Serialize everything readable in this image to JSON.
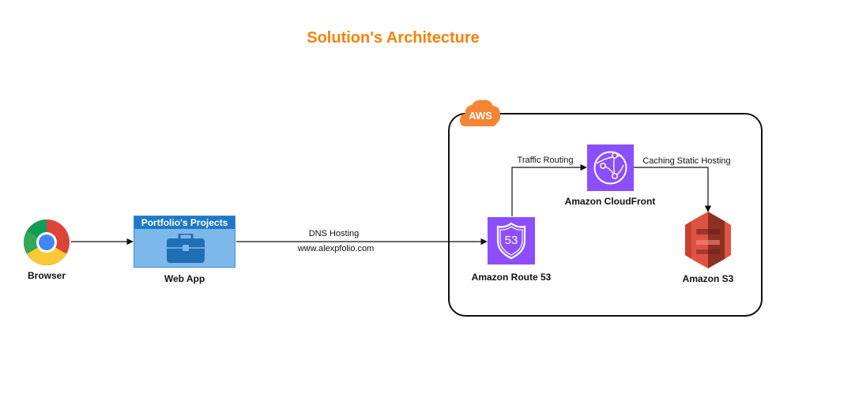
{
  "title": "Solution's Architecture",
  "colors": {
    "title": "#f5820b",
    "aws_orange": "#f58536",
    "purple": "#8c4fff",
    "s3_red": "#d9523d",
    "webapp_blue": "#7db8ea",
    "webapp_header": "#1f78c7"
  },
  "nodes": {
    "browser": {
      "label": "Browser",
      "icon": "chrome-icon"
    },
    "webapp": {
      "header": "Portfolio's Projects",
      "label": "Web App",
      "icon": "briefcase-icon"
    },
    "aws": {
      "badge": "AWS",
      "icon": "aws-cloud-icon"
    },
    "route53": {
      "label": "Amazon Route 53",
      "icon_text": "53",
      "icon": "route53-icon"
    },
    "cloudfront": {
      "label": "Amazon CloudFront",
      "icon": "cloudfront-icon"
    },
    "s3": {
      "label": "Amazon S3",
      "icon": "s3-bucket-icon"
    }
  },
  "edges": {
    "dns_hosting": "DNS Hosting",
    "domain": "www.alexpfolio.com",
    "traffic_routing": "Traffic Routing",
    "caching": "Caching Static Hosting"
  }
}
